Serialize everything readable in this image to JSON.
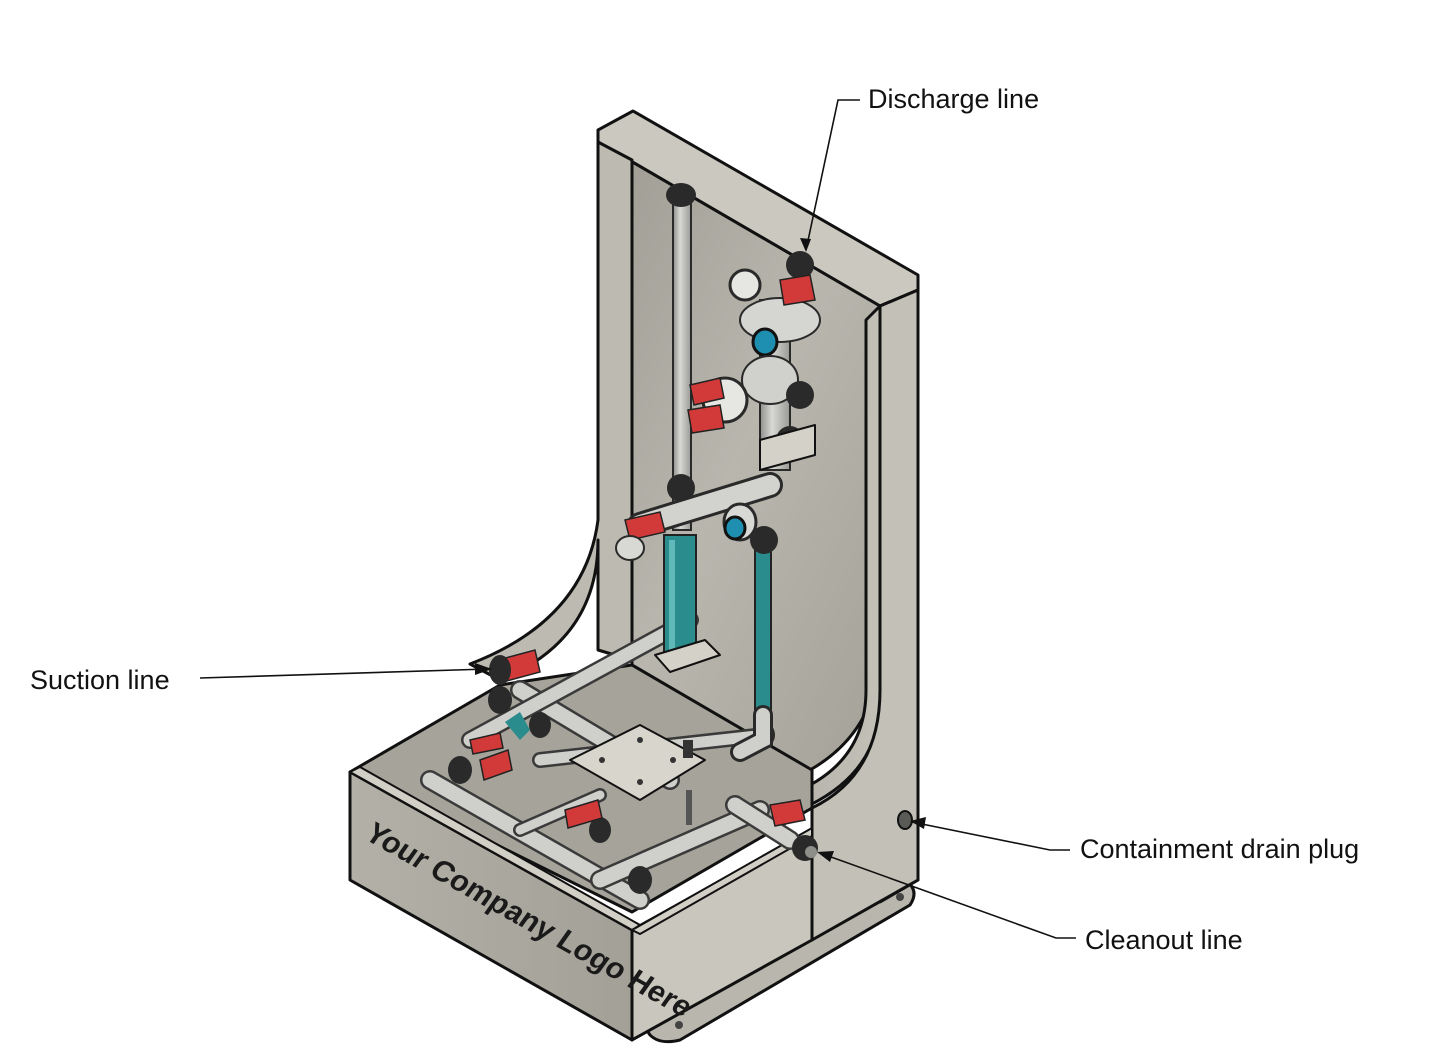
{
  "callouts": {
    "discharge": "Discharge line",
    "suction": "Suction line",
    "drain": "Containment drain plug",
    "cleanout": "Cleanout line"
  },
  "logo_text": "Your Company Logo Here",
  "colors": {
    "panel": "#b9b7ad",
    "panel_light": "#c7c5bb",
    "panel_dark": "#a9a79d",
    "valve_red": "#d23a3a",
    "sight_glass": "#2a8c8c",
    "gauge_blue": "#1e8fb0"
  }
}
